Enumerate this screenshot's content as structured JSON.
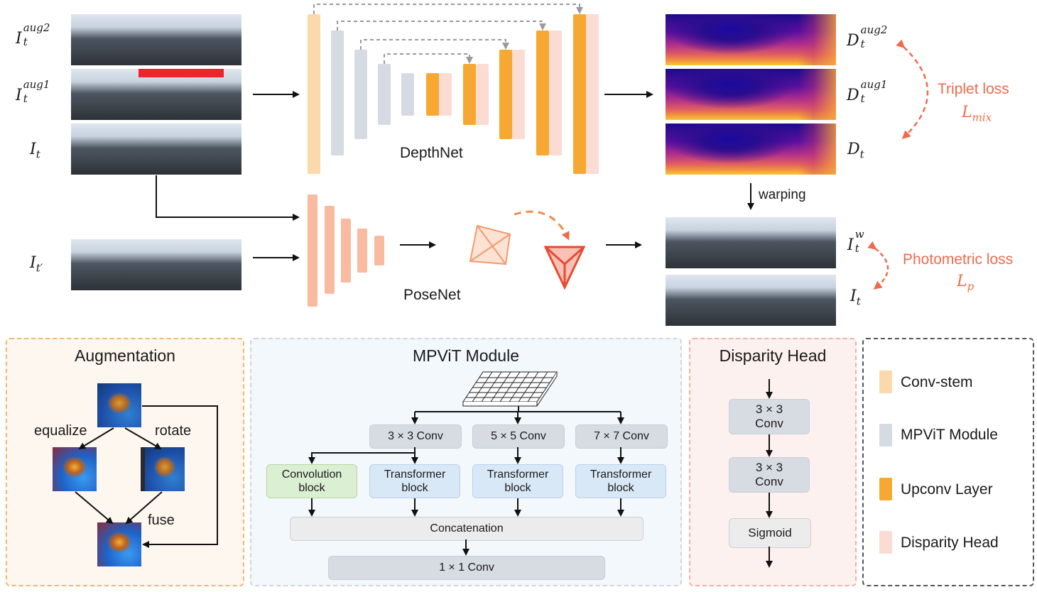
{
  "top": {
    "depthnet_label": "DepthNet",
    "posenet_label": "PoseNet",
    "warping_label": "warping",
    "triplet_loss_label": "Triplet loss",
    "triplet_loss_symbol": "L",
    "triplet_loss_sub": "mix",
    "photometric_loss_label": "Photometric loss",
    "photometric_loss_symbol": "L",
    "photometric_loss_sub": "p",
    "inputs": {
      "i_aug2": {
        "base": "I",
        "sub": "t",
        "sup": "aug2"
      },
      "i_aug1": {
        "base": "I",
        "sub": "t",
        "sup": "aug1"
      },
      "i_t": {
        "base": "I",
        "sub": "t"
      },
      "i_tprime": {
        "base": "I",
        "sub": "t′"
      }
    },
    "outputs": {
      "d_aug2": {
        "base": "D",
        "sub": "t",
        "sup": "aug2"
      },
      "d_aug1": {
        "base": "D",
        "sub": "t",
        "sup": "aug1"
      },
      "d_t": {
        "base": "D",
        "sub": "t"
      },
      "i_w": {
        "base": "I",
        "sub": "t",
        "sup": "w"
      },
      "i_t2": {
        "base": "I",
        "sub": "t"
      }
    }
  },
  "augmentation": {
    "title": "Augmentation",
    "equalize_label": "equalize",
    "rotate_label": "rotate",
    "fuse_label": "fuse"
  },
  "mpvit": {
    "title": "MPViT Module",
    "conv3": "3 × 3 Conv",
    "conv5": "5 × 5 Conv",
    "conv7": "7 × 7 Conv",
    "convolution_block": "Convolution block",
    "transformer_block_1": "Transformer block",
    "transformer_block_2": "Transformer block",
    "transformer_block_3": "Transformer block",
    "concatenation": "Concatenation",
    "conv1": "1 × 1 Conv"
  },
  "disparity_head": {
    "title": "Disparity Head",
    "conv_a": "3 × 3 Conv",
    "conv_b": "3 × 3 Conv",
    "sigmoid": "Sigmoid"
  },
  "legend": {
    "items": [
      {
        "label": "Conv-stem",
        "color": "#fbd9aa"
      },
      {
        "label": "MPViT Module",
        "color": "#d6dbe3"
      },
      {
        "label": "Upconv Layer",
        "color": "#f6a832"
      },
      {
        "label": "Disparity Head",
        "color": "#fbdcd3"
      }
    ]
  },
  "colors": {
    "conv_stem": "#fbd9aa",
    "mpvit": "#d6dbe3",
    "upconv": "#f6a832",
    "disparity": "#fbdcd3",
    "posenet": "#f9bba0",
    "loss_red": "#ef6b4b",
    "aug_panel_border": "#f0b96a",
    "aug_panel_bg": "#fef7ef",
    "mpvit_panel_bg": "#f3f8fc",
    "disp_panel_border": "#f0b0a6",
    "disp_panel_bg": "#fdf1ef"
  }
}
